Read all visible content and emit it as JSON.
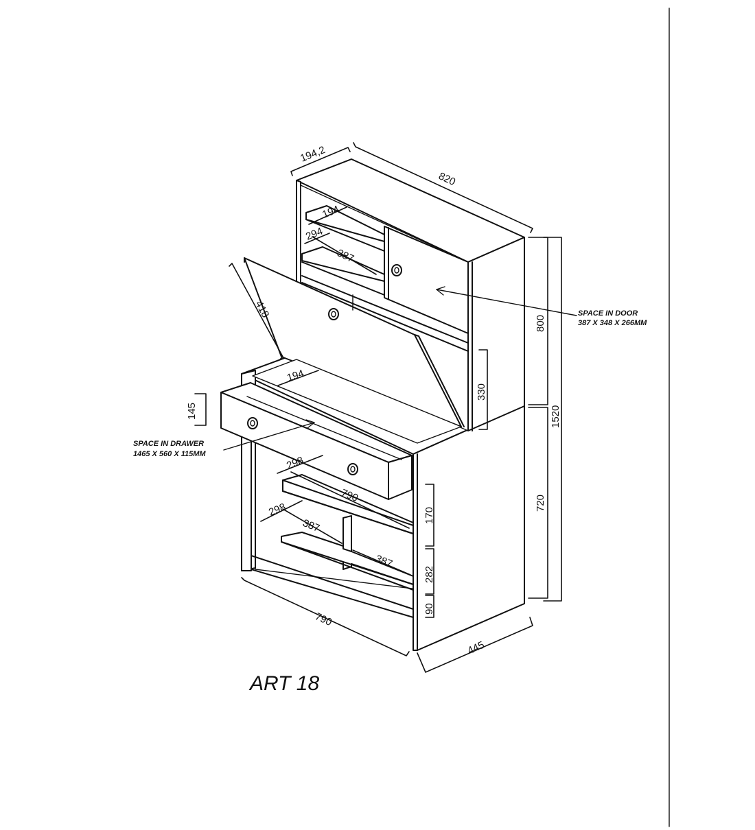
{
  "title": "ART 18",
  "notes": {
    "door_label": "SPACE IN DOOR",
    "door_size": "387 X 348 X 266MM",
    "drawer_label": "SPACE IN DRAWER",
    "drawer_size": "1465 X 560 X 115MM"
  },
  "dimensions": {
    "top_depth": "194,2",
    "top_width": "820",
    "shelf_depth_upper": "194",
    "shelf_gap_upper": "294",
    "shelf_width_upper": "387",
    "flap_length": "418",
    "desk_depth": "194",
    "hutch_clearance": "330",
    "hutch_height": "800",
    "total_height": "1520",
    "base_height": "720",
    "drawer_height": "145",
    "shelf_depth_lower": "298",
    "shelf_width_lower": "790",
    "shelf_depth_bottom": "298",
    "shelf_width_bottom_left": "387",
    "shelf_width_bottom_right": "387",
    "gap_170": "170",
    "gap_282": "282",
    "gap_90": "90",
    "base_width": "790",
    "base_depth": "445"
  }
}
